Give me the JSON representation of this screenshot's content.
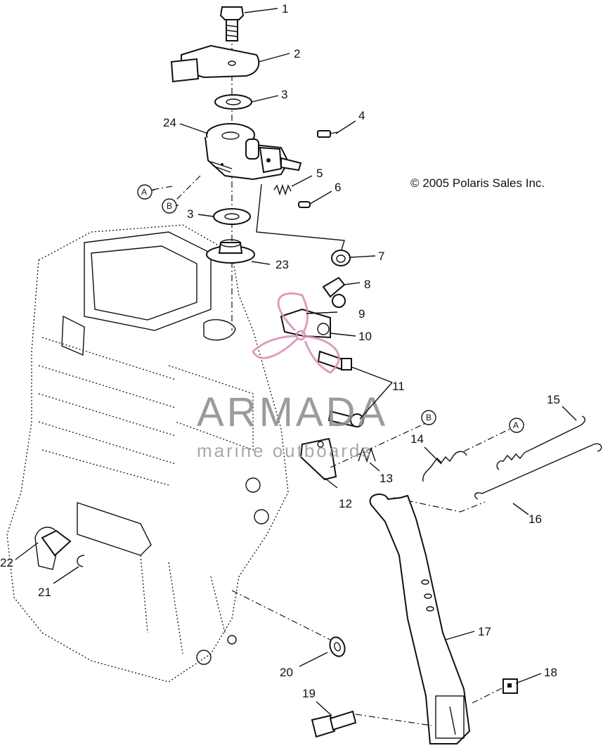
{
  "copyright": "© 2005 Polaris Sales Inc.",
  "watermark": {
    "brand": "ARMADA",
    "tagline": "marine outboards",
    "accent": "#d98cb5"
  },
  "callouts": [
    "1",
    "2",
    "3",
    "4",
    "5",
    "6",
    "3",
    "7",
    "8",
    "9",
    "10",
    "11",
    "12",
    "13",
    "14",
    "15",
    "16",
    "17",
    "18",
    "19",
    "20",
    "21",
    "22",
    "23",
    "24"
  ],
  "circled_refs": [
    "A",
    "B",
    "A",
    "B"
  ]
}
